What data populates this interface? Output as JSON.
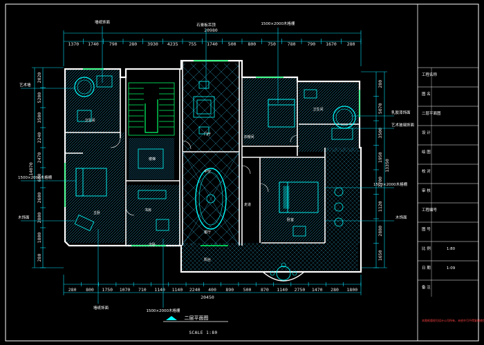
{
  "colors": {
    "background": "#000000",
    "wall": "#ffffff",
    "dimension": "#00e5ff",
    "leader": "#00e5ff",
    "furniture": "#00ffff",
    "hatch": "#1a6a8a",
    "window": "#00ff66",
    "border": "#ffffff",
    "stair": "#00ff66"
  },
  "dimensions": {
    "top_total": "20980",
    "top_segments": [
      "1370",
      "1740",
      "790",
      "280",
      "3930",
      "4235",
      "755",
      "1740",
      "500",
      "800",
      "750",
      "780",
      "790",
      "1670",
      "280"
    ],
    "bottom_total": "20450",
    "bottom_segments": [
      "280",
      "800",
      "1750",
      "1070",
      "710",
      "1140",
      "1140",
      "2240",
      "400",
      "890",
      "500",
      "870",
      "1140",
      "2750",
      "1470",
      "280",
      "1800"
    ],
    "left_segments": [
      "2020",
      "5200",
      "3500",
      "2240",
      "2470",
      "600",
      "2600",
      "2800",
      "1800",
      "280"
    ],
    "left_total": "14070",
    "right_segments": [
      "280",
      "5070",
      "3500",
      "1950",
      "2700",
      "1120",
      "2880",
      "1650"
    ],
    "right_total": "13350"
  },
  "room_labels": [
    "卫生间",
    "主卧",
    "次卧",
    "客厅",
    "门厅",
    "中空",
    "走道",
    "衣帽间",
    "楼梯",
    "书房",
    "阳台",
    "卧室",
    "卫生间"
  ],
  "callouts": {
    "top_left": "墙纸饰面",
    "top_center": "石膏板吊顶",
    "top_right": "1500×2000木格栅",
    "right_1": "乳胶漆饰面",
    "right_2": "艺术玻璃饰面",
    "right_3": "1500×2000木格栅",
    "right_4": "木饰面",
    "left_1": "艺术墙",
    "left_2": "1500×2000木格栅",
    "left_3": "木饰面",
    "bottom_1": "墙纸饰面",
    "bottom_2": "1500×2000木格栅"
  },
  "drawing_title": "二层平面图",
  "scale_text": "SCALE 1:80",
  "title_block": {
    "rows": [
      "工程名称",
      "图 名",
      "二层平面图",
      "设 计",
      "绘 图",
      "校 对",
      "审 核",
      "工程编号",
      "图 号",
      "比 例",
      "日 期",
      "备 注"
    ],
    "scale_value": "1:80",
    "date_value": "1-09",
    "note_text": "本图纸版权归设计公司所有，未经许可不得复制使用"
  }
}
